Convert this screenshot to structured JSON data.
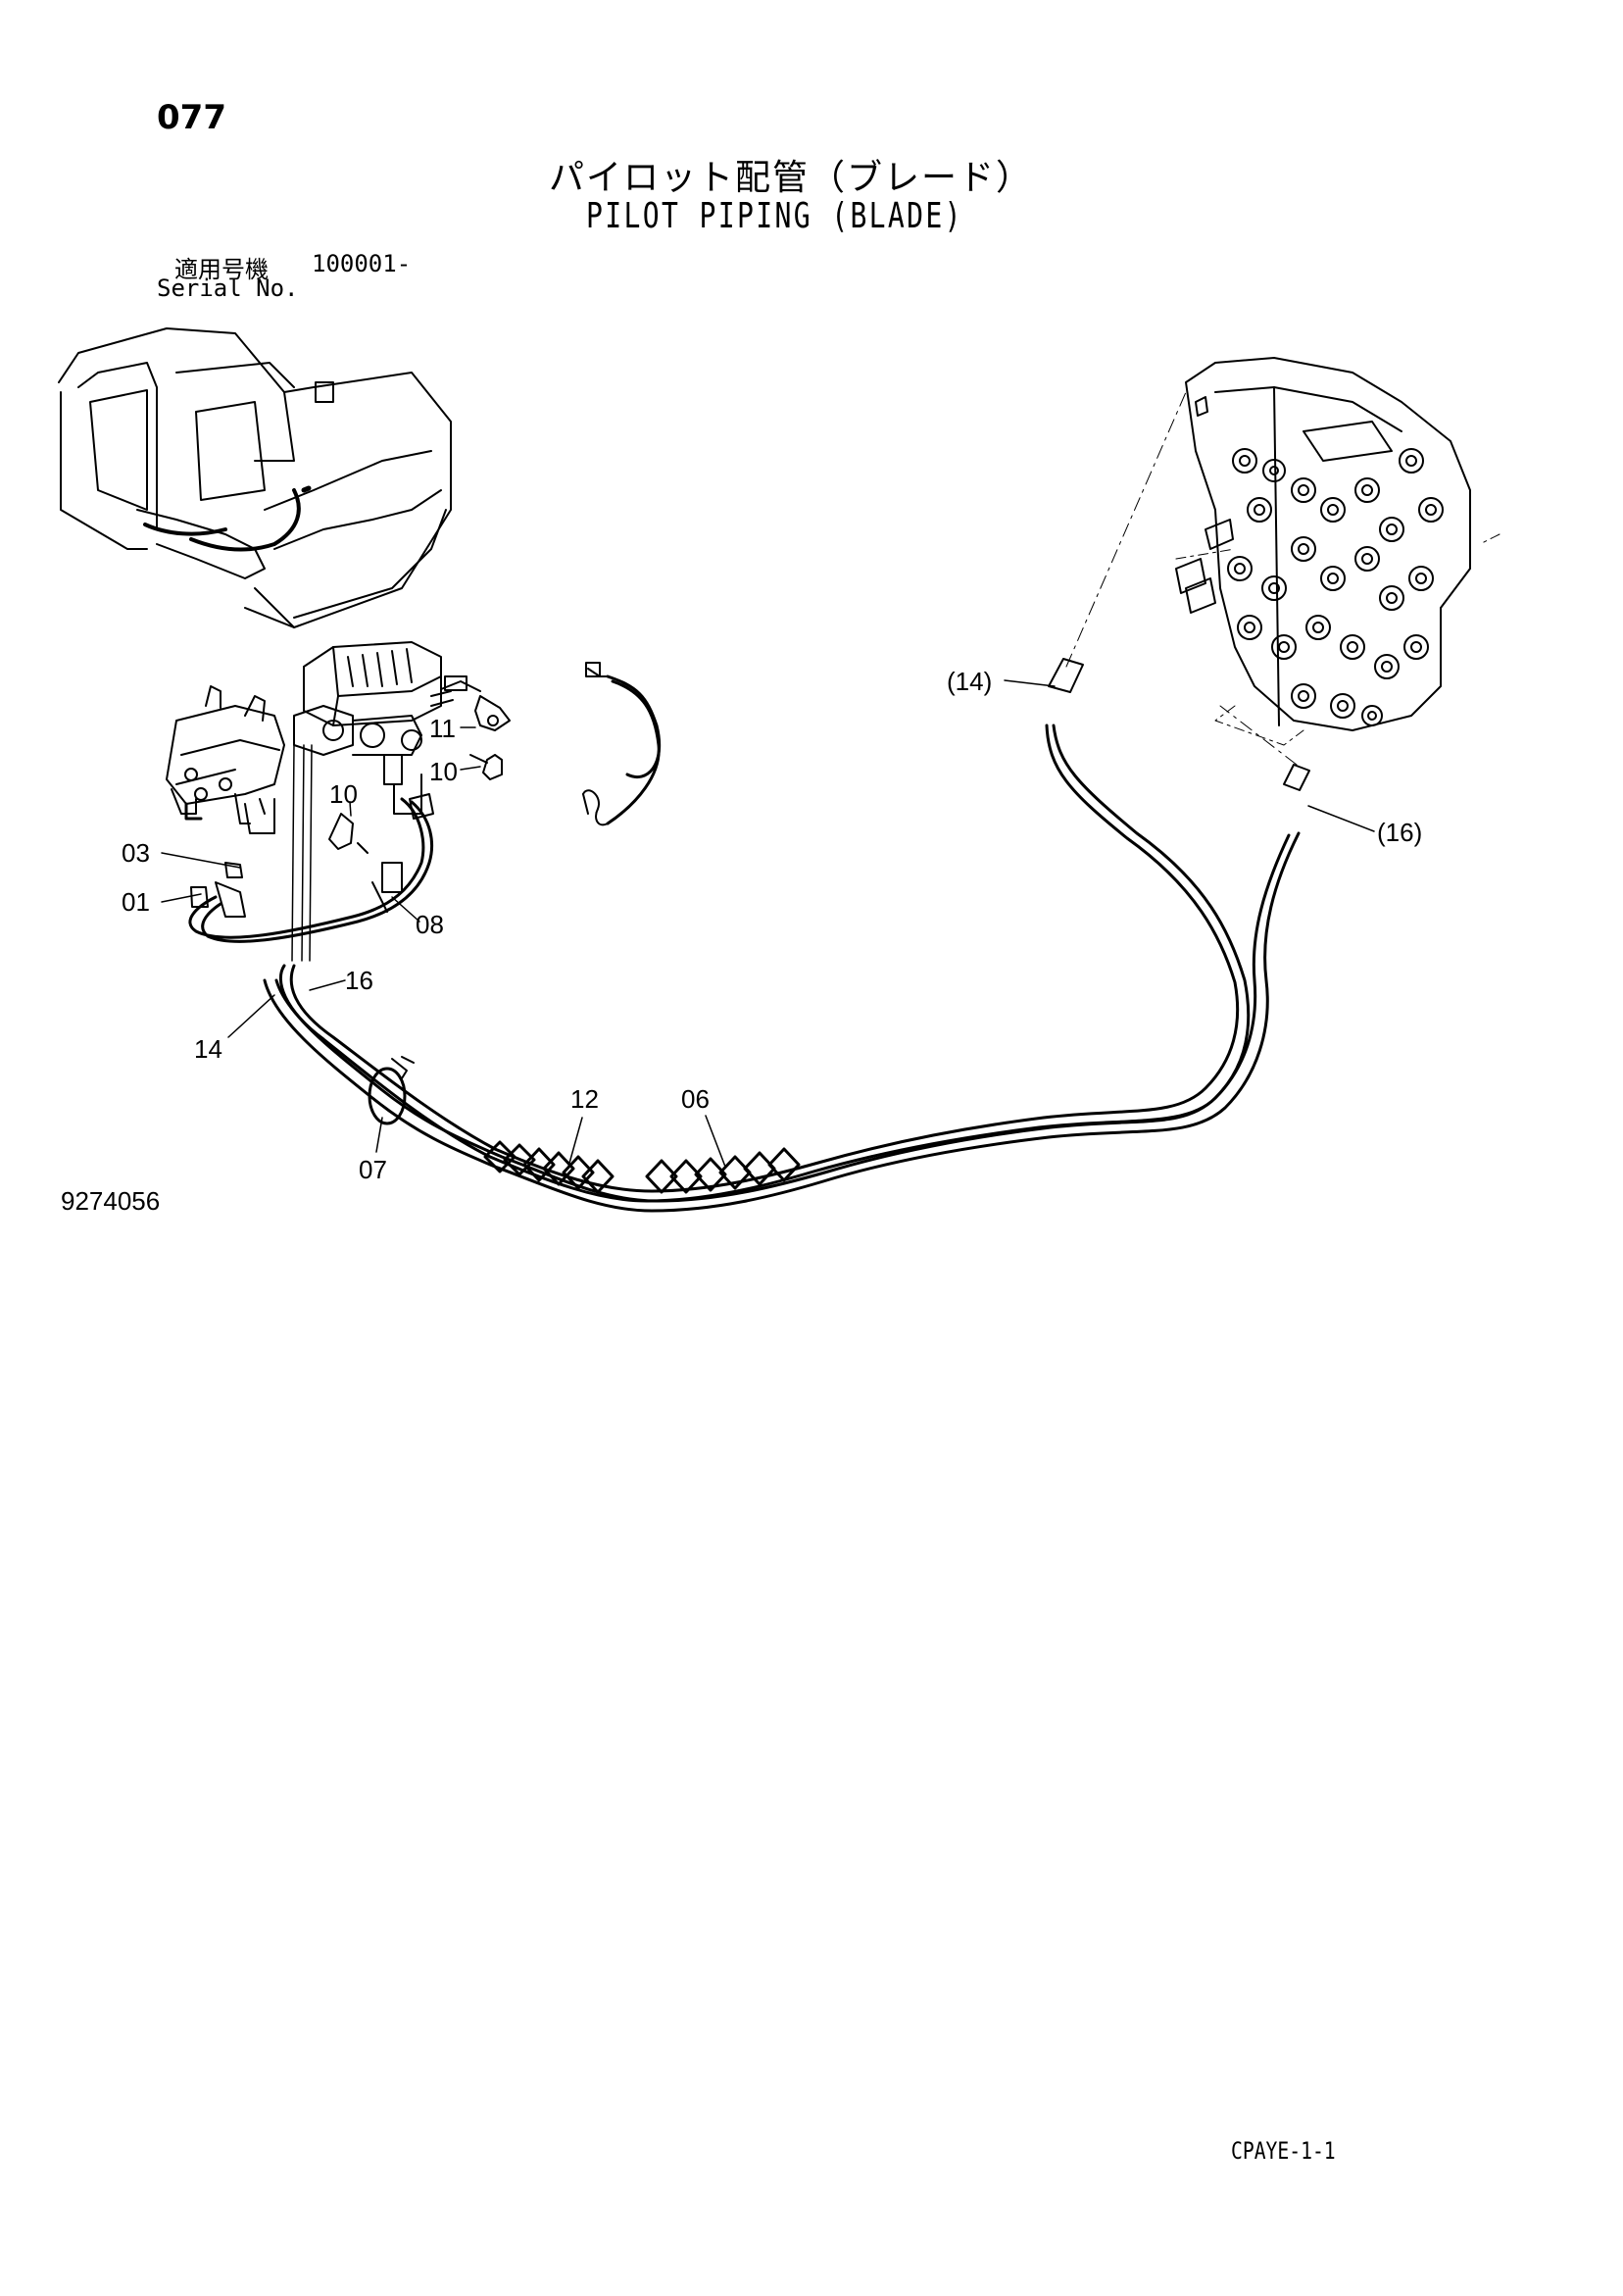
{
  "header": {
    "page_number": "077",
    "title_jp": "パイロット配管（ブレード）",
    "title_en": "PILOT PIPING (BLADE)",
    "serial_label_jp": "適用号機",
    "serial_value": "100001-",
    "serial_label_en": "Serial No."
  },
  "callouts": {
    "c14p": "(14)",
    "c16p": "(16)",
    "c11": "11",
    "c10a": "10",
    "c10b": "10",
    "c03": "03",
    "c01": "01",
    "c08": "08",
    "c16": "16",
    "c14": "14",
    "c07": "07",
    "c12": "12",
    "c06": "06"
  },
  "footer": {
    "drawing_number": "9274056",
    "code": "CPAYE-1-1"
  }
}
